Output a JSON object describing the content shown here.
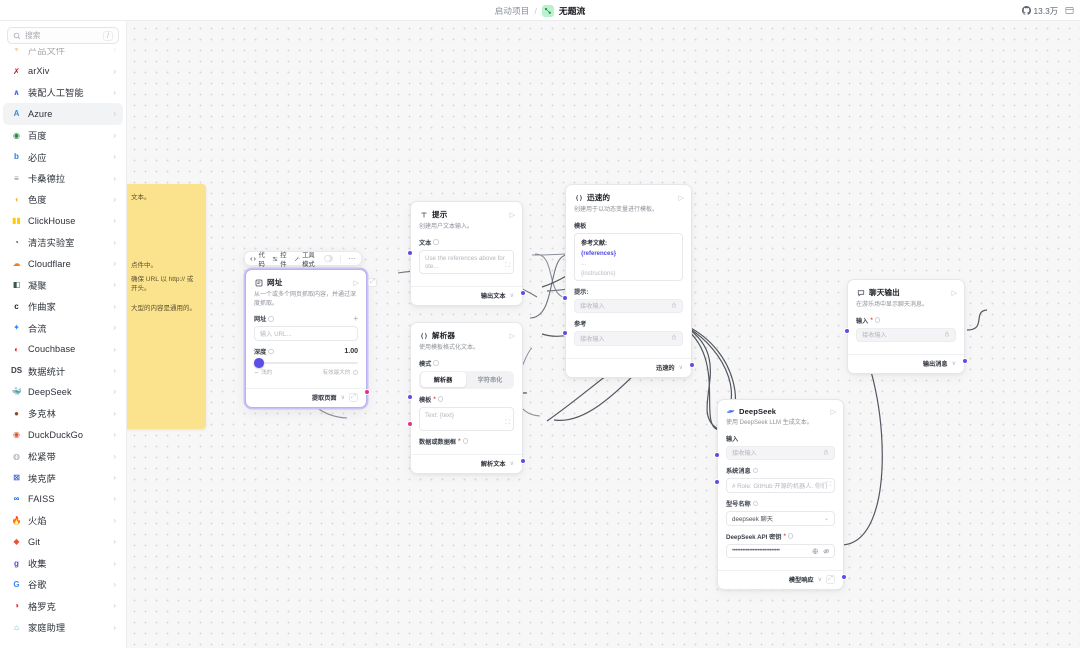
{
  "topbar": {
    "project_label": "启动项目",
    "separator": "/",
    "flow_name": "无题流",
    "github_icon": "github-icon",
    "star_count": "13.3万",
    "right_icon": "layout-icon"
  },
  "sidebar": {
    "search": {
      "placeholder": "搜索",
      "value": "",
      "shortcut": "/",
      "icon": "search-icon"
    },
    "items": [
      {
        "label": "产品文件",
        "icon": "anthropic-icon",
        "color": "#e8a33d",
        "glyph": "✦",
        "clipped": true,
        "active": false
      },
      {
        "label": "arXiv",
        "icon": "arxiv-icon",
        "color": "#b31b1b",
        "glyph": "✗",
        "clipped": false,
        "active": false
      },
      {
        "label": "装配人工智能",
        "icon": "assembly-ai-icon",
        "color": "#3b6eff",
        "glyph": "∧",
        "clipped": false,
        "active": false
      },
      {
        "label": "Azure",
        "icon": "azure-icon",
        "color": "#2e8fe0",
        "glyph": "A",
        "clipped": false,
        "active": true
      },
      {
        "label": "百度",
        "icon": "baidu-icon",
        "color": "#2a8a3e",
        "glyph": "◉",
        "clipped": false,
        "active": false
      },
      {
        "label": "必应",
        "icon": "bing-icon",
        "color": "#2a7de1",
        "glyph": "b",
        "clipped": false,
        "active": false
      },
      {
        "label": "卡桑德拉",
        "icon": "cassandra-icon",
        "color": "#7a8594",
        "glyph": "≡",
        "clipped": false,
        "active": false
      },
      {
        "label": "色度",
        "icon": "chroma-icon",
        "color": "#f2a93b",
        "glyph": "◖",
        "clipped": false,
        "active": false
      },
      {
        "label": "ClickHouse",
        "icon": "clickhouse-icon",
        "color": "#ffcc00",
        "glyph": "▮▮",
        "clipped": false,
        "active": false
      },
      {
        "label": "清洁实验室",
        "icon": "cleanlab-icon",
        "color": "#3c4a5a",
        "glyph": "◔",
        "clipped": false,
        "active": false
      },
      {
        "label": "Cloudflare",
        "icon": "cloudflare-icon",
        "color": "#f38020",
        "glyph": "☁",
        "clipped": false,
        "active": false
      },
      {
        "label": "凝聚",
        "icon": "cohere-icon",
        "color": "#39594d",
        "glyph": "◧",
        "clipped": false,
        "active": false
      },
      {
        "label": "作曲家",
        "icon": "composer-icon",
        "color": "#1d2026",
        "glyph": "c",
        "clipped": false,
        "active": false
      },
      {
        "label": "合流",
        "icon": "confluence-icon",
        "color": "#2684ff",
        "glyph": "✦",
        "clipped": false,
        "active": false
      },
      {
        "label": "Couchbase",
        "icon": "couchbase-icon",
        "color": "#ea2328",
        "glyph": "◐",
        "clipped": false,
        "active": false
      },
      {
        "label": "数据统计",
        "icon": "datastax-icon",
        "color": "#3a3f47",
        "glyph": "DS",
        "clipped": false,
        "active": false
      },
      {
        "label": "DeepSeek",
        "icon": "deepseek-icon",
        "color": "#4d6bfe",
        "glyph": "🐳",
        "clipped": false,
        "active": false
      },
      {
        "label": "多克林",
        "icon": "docling-icon",
        "color": "#8a4b2a",
        "glyph": "●",
        "clipped": false,
        "active": false
      },
      {
        "label": "DuckDuckGo",
        "icon": "duckduckgo-icon",
        "color": "#de5833",
        "glyph": "◉",
        "clipped": false,
        "active": false
      },
      {
        "label": "松紧带",
        "icon": "elastic-icon",
        "color": "#9aa2ad",
        "glyph": "◍",
        "clipped": false,
        "active": false
      },
      {
        "label": "埃克萨",
        "icon": "exa-icon",
        "color": "#2a55d6",
        "glyph": "⊠",
        "clipped": false,
        "active": false
      },
      {
        "label": "FAISS",
        "icon": "faiss-icon",
        "color": "#0668e1",
        "glyph": "∞",
        "clipped": false,
        "active": false
      },
      {
        "label": "火焰",
        "icon": "firecrawl-icon",
        "color": "#ff6a2b",
        "glyph": "🔥",
        "clipped": false,
        "active": false
      },
      {
        "label": "Git",
        "icon": "git-icon",
        "color": "#f05133",
        "glyph": "◆",
        "clipped": false,
        "active": false
      },
      {
        "label": "收集",
        "icon": "glean-icon",
        "color": "#4b4be0",
        "glyph": "g",
        "clipped": false,
        "active": false
      },
      {
        "label": "谷歌",
        "icon": "google-icon",
        "color": "#4285f4",
        "glyph": "G",
        "clipped": false,
        "active": false
      },
      {
        "label": "格罗克",
        "icon": "grok-icon",
        "color": "#e0312c",
        "glyph": "◑",
        "clipped": false,
        "active": false
      },
      {
        "label": "家庭助理",
        "icon": "home-assistant-icon",
        "color": "#41bdf5",
        "glyph": "⌂",
        "clipped": false,
        "active": false
      }
    ]
  },
  "canvas": {
    "sticky_note": {
      "lines": [
        "文本。",
        "点件中。",
        "确保 URL 以 http:// 或开头。",
        "大型的内容是通用的。"
      ]
    },
    "node_toolbar": {
      "code_label": "代码",
      "code_icon": "code-icon",
      "controls_label": "控件",
      "controls_icon": "sliders-icon",
      "toolmode_label": "工具模式",
      "toolmode_icon": "wand-icon",
      "toggle_state": "off",
      "more_icon": "more-icon"
    },
    "nodes": [
      {
        "id": "url",
        "name": "网址",
        "icon": "link-icon",
        "description": "从一个或多个网页抓取内容，并通过深度抓取。",
        "fields": [
          {
            "label": "网址",
            "type": "input",
            "placeholder": "输入 URL...",
            "plus": true
          },
          {
            "label": "深度",
            "type": "slider",
            "value": "1.00",
            "min_label": "浅的",
            "max_label": "有效最大的"
          }
        ],
        "footer": {
          "label": "提取页面",
          "caret": "∨"
        }
      },
      {
        "id": "prompt-tip",
        "name": "提示",
        "icon": "text-icon",
        "description": "创建用户文本输入。",
        "fields": [
          {
            "label": "文本",
            "type": "textarea",
            "placeholder": "Use the references above for ste..."
          }
        ],
        "footer": {
          "label": "输出文本",
          "caret": "∨"
        }
      },
      {
        "id": "parser",
        "name": "解析器",
        "icon": "braces-icon",
        "description": "使用模板格式化文本。",
        "fields": [
          {
            "label": "模式",
            "type": "segment",
            "options": [
              "解析器",
              "字符串化"
            ],
            "selected": 0
          },
          {
            "label": "模板",
            "type": "textarea",
            "placeholder": "Text: {text}",
            "required": true
          },
          {
            "label": "数据或数据框",
            "type": "label-only",
            "required": true
          }
        ],
        "footer": {
          "label": "解析文本",
          "caret": "∨"
        }
      },
      {
        "id": "prompt",
        "name": "迅速的",
        "icon": "braces-icon",
        "description": "创建用于以动态变量进行模板。",
        "fields": [
          {
            "label": "模板",
            "type": "template",
            "key": "参考文献:",
            "value": "{references}",
            "dots": "...",
            "extra": "{instructions}"
          },
          {
            "label": "提示:",
            "type": "input",
            "placeholder": "接收输入",
            "lock": true
          },
          {
            "label": "参考",
            "type": "input",
            "placeholder": "接收输入",
            "lock": true
          }
        ],
        "footer": {
          "label": "迅速的",
          "caret": "∨"
        }
      },
      {
        "id": "deepseek",
        "name": "DeepSeek",
        "icon": "deepseek-icon",
        "description": "使用 DeepSeek LLM 生成文本。",
        "fields": [
          {
            "label": "输入",
            "type": "input",
            "placeholder": "接收输入",
            "lock": true
          },
          {
            "label": "系统消息",
            "type": "textarea",
            "placeholder": "# Role: GitHub 开源的机器人. 你们 ..."
          },
          {
            "label": "型号名称",
            "type": "select",
            "value": "deepseek 聊天"
          },
          {
            "label": "DeepSeek API 密钥",
            "type": "password",
            "value": "••••••••••••••••••••••••••••",
            "required": true
          }
        ],
        "footer": {
          "label": "模型响应",
          "caret": "∨"
        }
      },
      {
        "id": "chat-output",
        "name": "聊天输出",
        "icon": "chat-icon",
        "description": "在游乐场中显示聊天消息。",
        "fields": [
          {
            "label": "输入",
            "type": "input",
            "placeholder": "接收输入",
            "required": true,
            "lock": true
          }
        ],
        "footer": {
          "label": "输出消息",
          "caret": "∨"
        }
      }
    ]
  },
  "colors": {
    "accent_purple": "#5b4ee8",
    "accent_pink": "#e0318b",
    "canvas_bg": "#f7f7f8",
    "sticky_yellow": "#fbe28d",
    "badge_green": "#b9f2cf"
  }
}
